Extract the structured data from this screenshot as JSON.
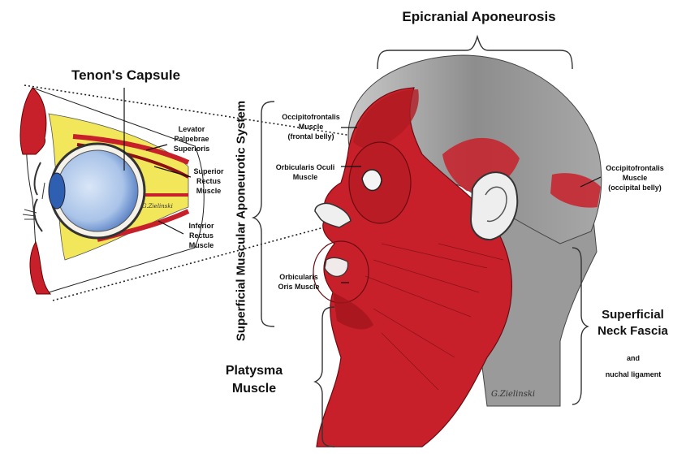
{
  "labels": {
    "epicranial": "Epicranial Aponeurosis",
    "tenon": "Tenon's Capsule",
    "smas": "Superficial Muscular Aponeurotic System",
    "levator": [
      "Levator",
      "Palpebrae",
      "Superioris"
    ],
    "superior_rectus": [
      "Superior",
      "Rectus",
      "Muscle"
    ],
    "inferior_rectus": [
      "Inferior",
      "Rectus",
      "Muscle"
    ],
    "occipito_frontal": [
      "Occipitofrontalis",
      "Muscle",
      "(frontal belly)"
    ],
    "orbicularis_oculi": [
      "Orbicularis Oculi",
      "Muscle"
    ],
    "orbicularis_oris": [
      "Orbicularis",
      "Oris Muscle"
    ],
    "occipito_occipital": [
      "Occipitofrontalis",
      "Muscle",
      "(occipital belly)"
    ],
    "neck_fascia": [
      "Superficial",
      "Neck Fascia"
    ],
    "neck_and": "and",
    "nuchal": "nuchal ligament",
    "platysma": [
      "Platysma",
      "Muscle"
    ]
  },
  "artist_signature": "G.Zielinski",
  "colors": {
    "muscle": "#c8202a",
    "muscle_dark": "#8e1016",
    "fascia_gray": "#8a8a8a",
    "fat_yellow": "#f2e65a",
    "eye_blue": "#5f86c8",
    "ink": "#111111"
  }
}
